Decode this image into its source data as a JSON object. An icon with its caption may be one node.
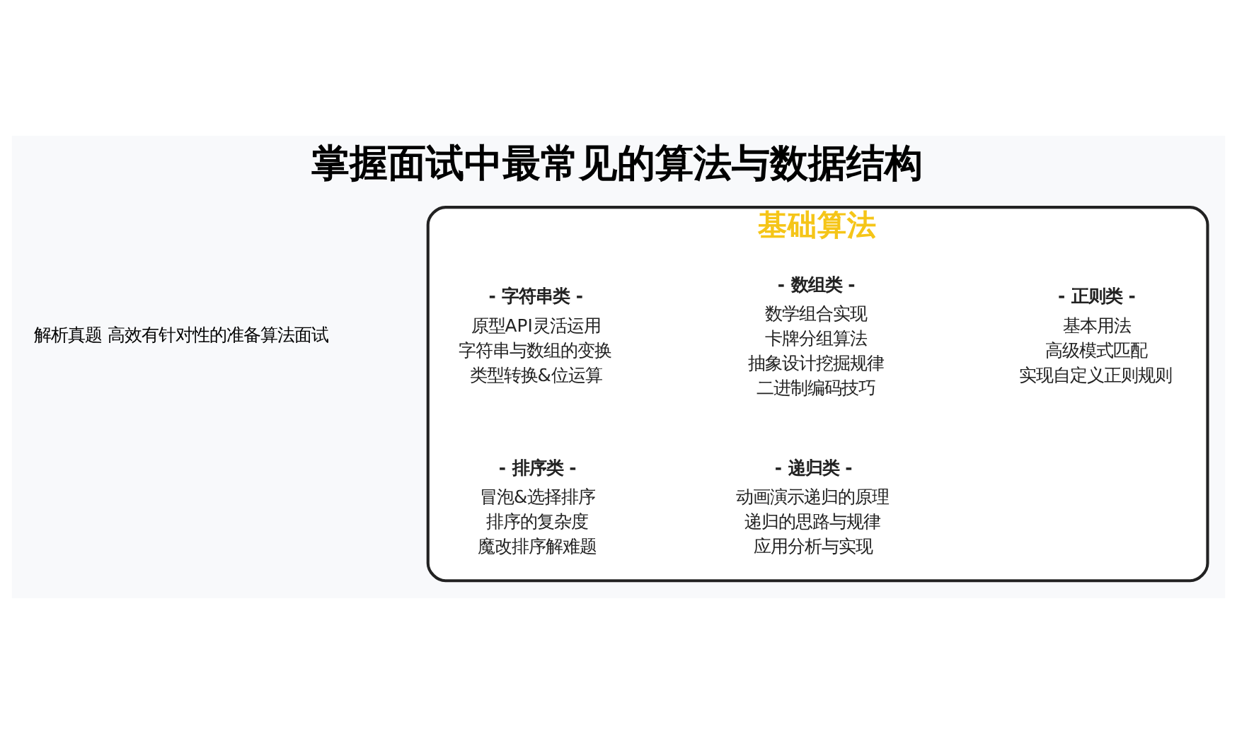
{
  "diagram": {
    "title": "掌握面试中最常见的算法与数据结构",
    "nodes": [
      {
        "text": [
          "基础算法"
        ]
      },
      {
        "text": [
          "- 字符串类 -",
          "原型API灵活运用",
          "字符串与数组的变换",
          "类型转换&位运算"
        ],
        "in": 0
      },
      {
        "text": [
          "- 数组类 -",
          "数学组合实现",
          "卡牌分组算法",
          "抽象设计挖掘规律",
          "二进制编码技巧"
        ],
        "in": 0
      },
      {
        "text": [
          "- 正则类 -",
          "基本用法",
          "高级模式匹配",
          "实现自定义正则规则"
        ],
        "in": 0
      },
      {
        "text": [
          "- 排序类 -",
          "冒泡&选择排序",
          "排序的复杂度",
          "魔改排序解难题"
        ],
        "in": 0
      },
      {
        "text": [
          "- 递归类 -",
          "动画演示递归的原理",
          "递归的思路与规律",
          "应用分析与实现"
        ],
        "in": 0
      }
    ],
    "edges": [],
    "labels": [
      "解析真题 高效有针对性的准备算法面试"
    ]
  }
}
